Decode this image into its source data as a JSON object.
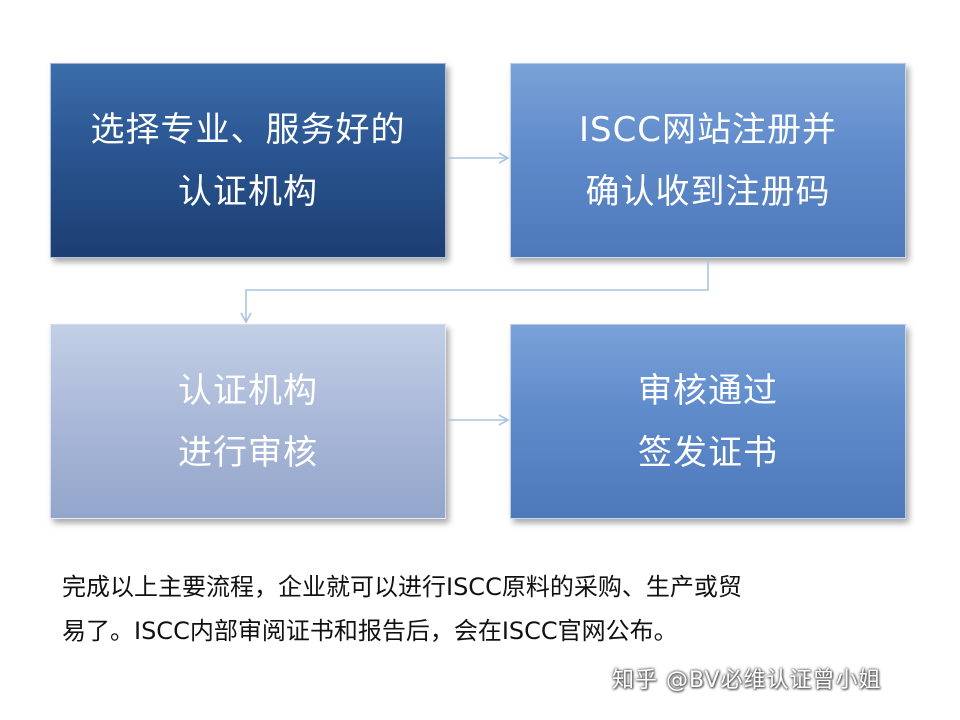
{
  "steps": [
    {
      "lines": [
        "选择专业、服务好的",
        "认证机构"
      ]
    },
    {
      "lines": [
        "ISCC网站注册并",
        "确认收到注册码"
      ]
    },
    {
      "lines": [
        "认证机构",
        "进行审核"
      ]
    },
    {
      "lines": [
        "审核通过",
        "签发证书"
      ]
    }
  ],
  "caption": {
    "lines": [
      "完成以上主要流程，企业就可以进行ISCC原料的采购、生产或贸",
      "易了。ISCC内部审阅证书和报告后，会在ISCC官网公布。"
    ]
  },
  "watermark": "知乎 @BV必维认证曾小姐",
  "colors": {
    "step1": "#2a5591",
    "step2": "#5f8bcb",
    "step3": "#a9b8d8",
    "step4": "#5f8bcb",
    "connector": "#a9c3e3"
  }
}
